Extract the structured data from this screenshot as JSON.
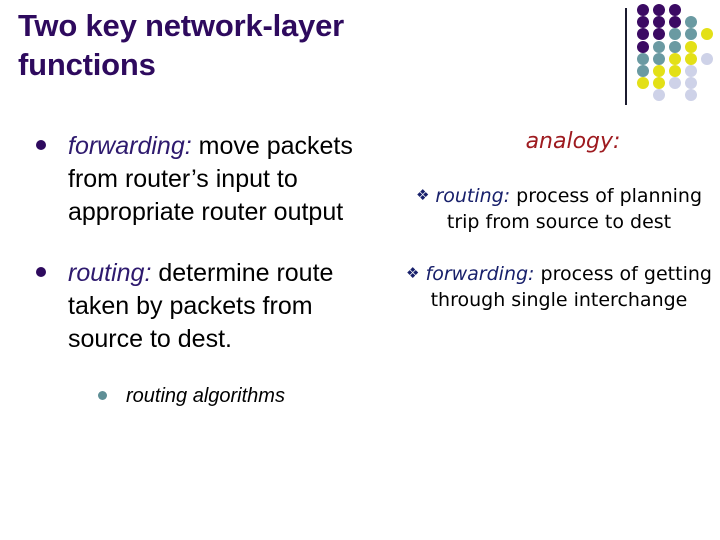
{
  "slide": {
    "title": "Two key network-layer functions",
    "background_color": "#ffffff",
    "title_color": "#2e0a5e"
  },
  "left_column": {
    "bullets": [
      {
        "marker": "round-bullet",
        "lead": "forwarding:",
        "rest": " move packets from router’s input to appropriate router output"
      },
      {
        "marker": "round-bullet",
        "lead": "routing:",
        "rest": " determine route taken by packets from source to dest."
      }
    ],
    "sub_bullet": {
      "marker": "round-bullet-small",
      "text": "routing algorithms"
    }
  },
  "right_column": {
    "heading": "analogy:",
    "heading_color": "#9e1b20",
    "bullets": [
      {
        "marker": "diamond-bullet",
        "glyph": "❖",
        "lead": "routing:",
        "rest": " process of planning trip from source to dest"
      },
      {
        "marker": "diamond-bullet",
        "glyph": "❖",
        "lead": "forwarding:",
        "rest": " process of getting through single interchange"
      }
    ],
    "lead_color": "#18206b"
  },
  "corner_art": {
    "rule_color": "#1b1b2f",
    "palette": {
      "purple": "#3b0a63",
      "teal": "#6a9aa2",
      "yellow": "#e3e017",
      "lavender": "#ced2e8"
    },
    "dot_rows": [
      [
        "purple",
        "purple",
        "purple",
        "",
        ""
      ],
      [
        "purple",
        "purple",
        "purple",
        "teal",
        ""
      ],
      [
        "purple",
        "purple",
        "teal",
        "teal",
        "yellow"
      ],
      [
        "purple",
        "teal",
        "teal",
        "yellow",
        ""
      ],
      [
        "teal",
        "teal",
        "yellow",
        "yellow",
        "lavender"
      ],
      [
        "teal",
        "yellow",
        "yellow",
        "lavender",
        ""
      ],
      [
        "yellow",
        "yellow",
        "lavender",
        "lavender",
        ""
      ],
      [
        "",
        "lavender",
        "",
        "lavender",
        ""
      ]
    ]
  }
}
